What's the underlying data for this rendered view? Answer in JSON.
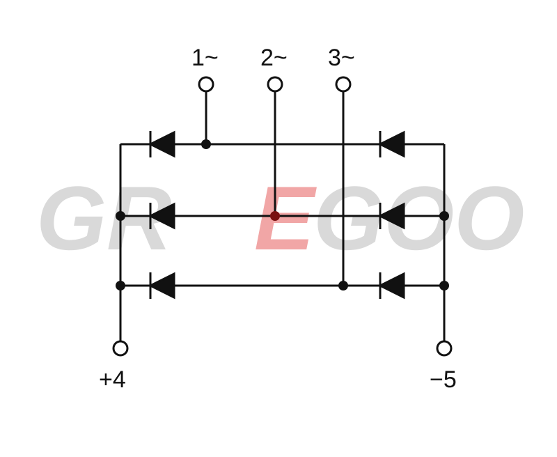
{
  "watermark": {
    "left_text": "GR",
    "middle_text": "E",
    "right_text": "GOO",
    "color": "#d9d9d9",
    "accent_color": "#f1a6a6"
  },
  "terminals": {
    "t1": "1~",
    "t2": "2~",
    "t3": "3~",
    "t4": "+4",
    "t5": "−5"
  },
  "colors": {
    "wire": "#111111",
    "junction_highlight": "#7a1010"
  }
}
